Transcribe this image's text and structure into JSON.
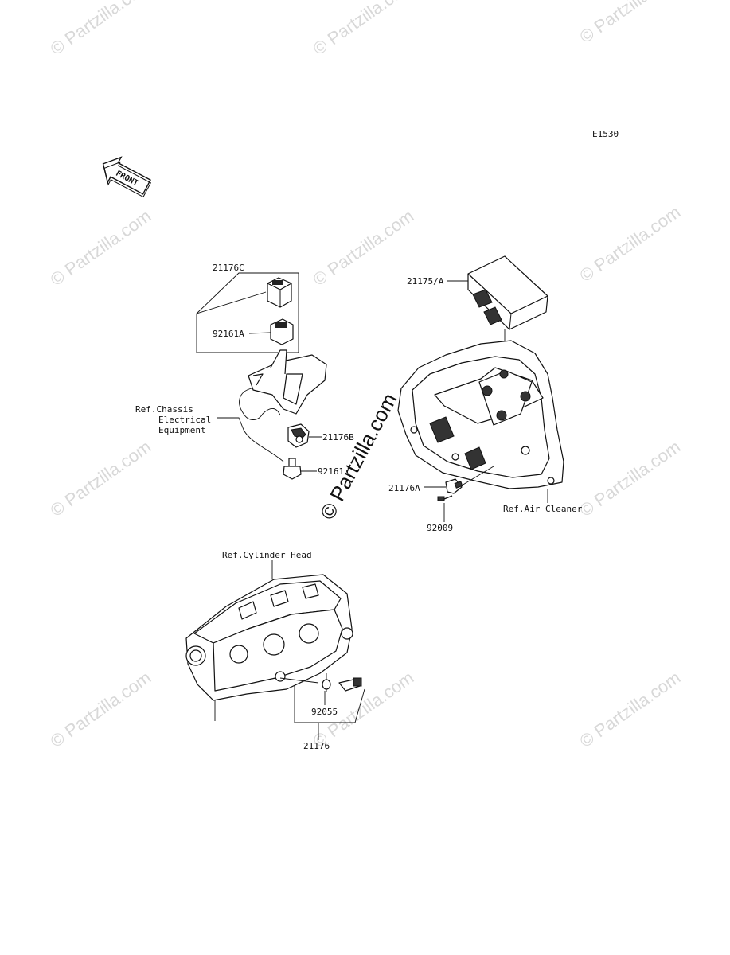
{
  "diagram": {
    "code": "E1530",
    "front_badge": "FRONT",
    "watermark": "© Partzilla.com",
    "labels": {
      "p21176C": "21176C",
      "p92161A": "92161A",
      "ref_chassis_1": "Ref.Chassis",
      "ref_chassis_2": "Electrical",
      "ref_chassis_3": "Equipment",
      "p21176B": "21176B",
      "p92161": "92161",
      "p21175A": "21175/A",
      "p21176A": "21176A",
      "p92009": "92009",
      "ref_air_cleaner": "Ref.Air Cleaner",
      "ref_cylinder_head": "Ref.Cylinder Head",
      "p92055": "92055",
      "p21176": "21176"
    }
  }
}
